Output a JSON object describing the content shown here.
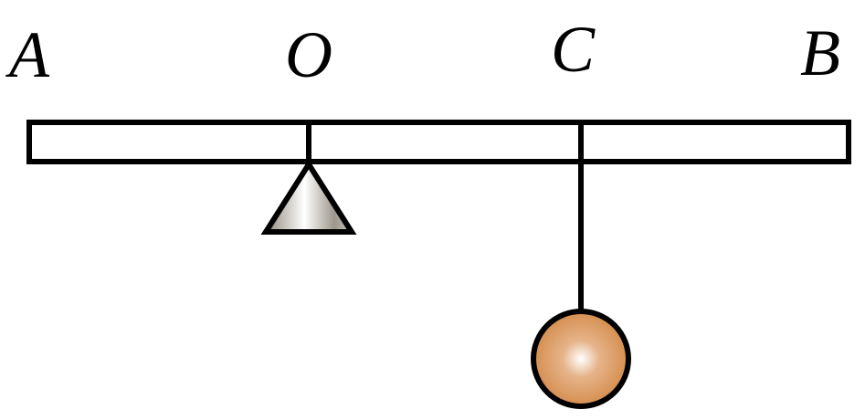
{
  "labels": {
    "a": "A",
    "o": "O",
    "c": "C",
    "b": "B"
  },
  "colors": {
    "stroke": "#000000",
    "ball": "#d48a4a",
    "fulcrum": "#a09a90"
  }
}
